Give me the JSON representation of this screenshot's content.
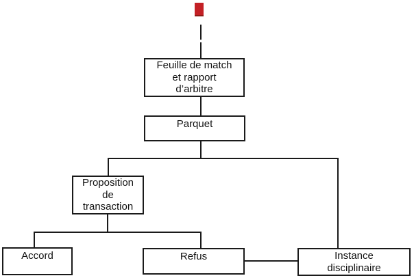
{
  "colors": {
    "marker_red": "#c32025",
    "marker_red_dark": "#8e1b15",
    "line_black": "#1a1a1a",
    "background": "#ffffff"
  },
  "flowchart": {
    "nodes": {
      "feuille": {
        "lines": [
          "Feuille de match",
          "et rapport",
          "d’arbitre"
        ]
      },
      "parquet": {
        "label": "Parquet"
      },
      "proposition": {
        "lines": [
          "Proposition",
          "de",
          "transaction"
        ]
      },
      "accord": {
        "label": "Accord"
      },
      "refus": {
        "label": "Refus"
      },
      "instance": {
        "lines": [
          "Instance",
          "disciplinaire"
        ]
      }
    }
  }
}
